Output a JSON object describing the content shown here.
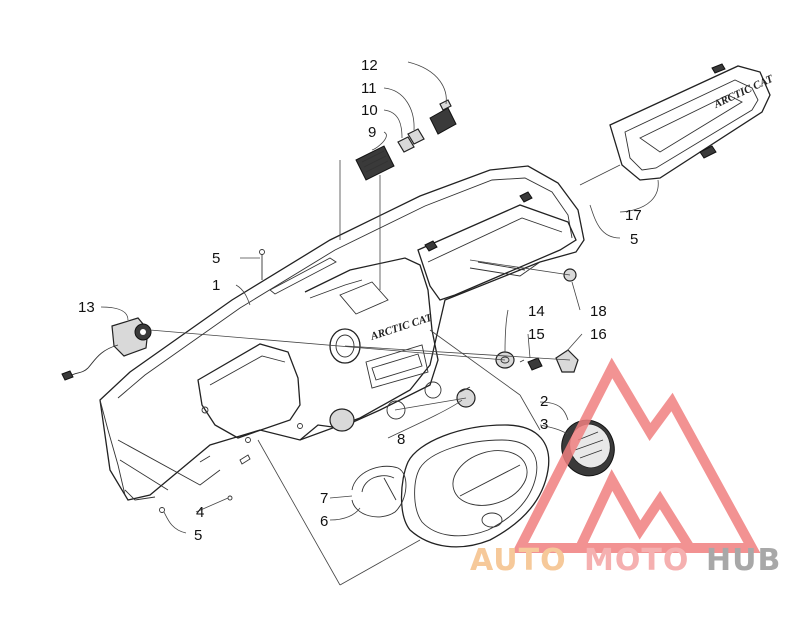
{
  "callouts": {
    "c1": "1",
    "c2": "2",
    "c3": "3",
    "c4": "4",
    "c5a": "5",
    "c5b": "5",
    "c5c": "5",
    "c6": "6",
    "c7": "7",
    "c8": "8",
    "c9": "9",
    "c10": "10",
    "c11": "11",
    "c12": "12",
    "c13": "13",
    "c14": "14",
    "c15": "15",
    "c16": "16",
    "c17": "17",
    "c18": "18"
  },
  "dash_logo": "ARCTIC CAT",
  "bezel_logo": "ARCTIC CAT",
  "watermark": {
    "part1": "AUTO",
    "part2": "MOTO",
    "part3": "HUB",
    "color_primary": "#f5c089",
    "color_secondary": "#f4a3a3",
    "color_dark": "#9a9a9a",
    "triangle_color": "#f08080"
  }
}
